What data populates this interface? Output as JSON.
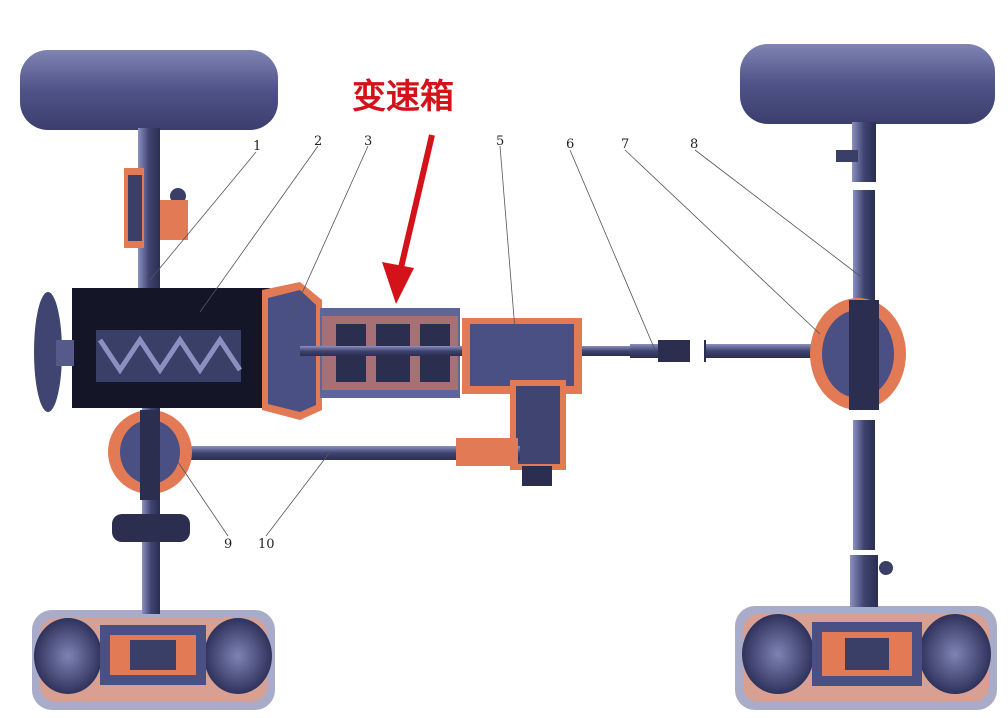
{
  "annotation": {
    "text": "变速箱",
    "color": "#d4121a"
  },
  "callouts": [
    "1",
    "2",
    "3",
    "5",
    "6",
    "7",
    "8",
    "9",
    "10"
  ],
  "colors": {
    "tire": "#4f5389",
    "body": "#5d6599",
    "dark": "#141628",
    "orange": "#e27a55",
    "shaft": "#3a3f68"
  }
}
